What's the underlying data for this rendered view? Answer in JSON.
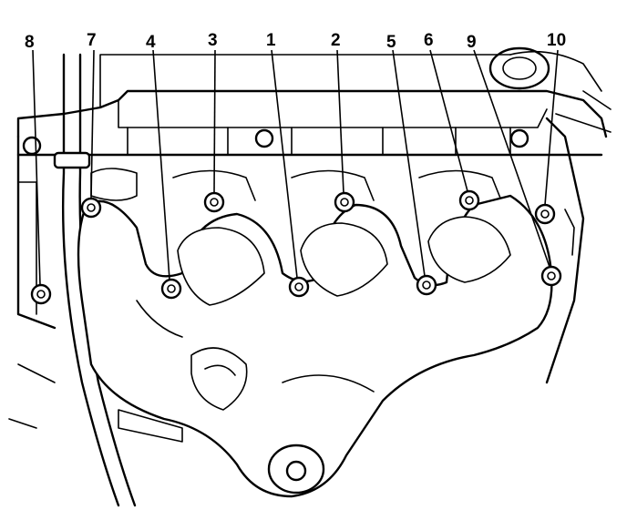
{
  "diagram": {
    "callouts": [
      {
        "id": "8",
        "label": "8"
      },
      {
        "id": "7",
        "label": "7"
      },
      {
        "id": "4",
        "label": "4"
      },
      {
        "id": "3",
        "label": "3"
      },
      {
        "id": "1",
        "label": "1"
      },
      {
        "id": "2",
        "label": "2"
      },
      {
        "id": "5",
        "label": "5"
      },
      {
        "id": "6",
        "label": "6"
      },
      {
        "id": "9",
        "label": "9"
      },
      {
        "id": "10",
        "label": "10"
      }
    ]
  },
  "colors": {
    "ink": "#000000",
    "paper": "#ffffff"
  }
}
